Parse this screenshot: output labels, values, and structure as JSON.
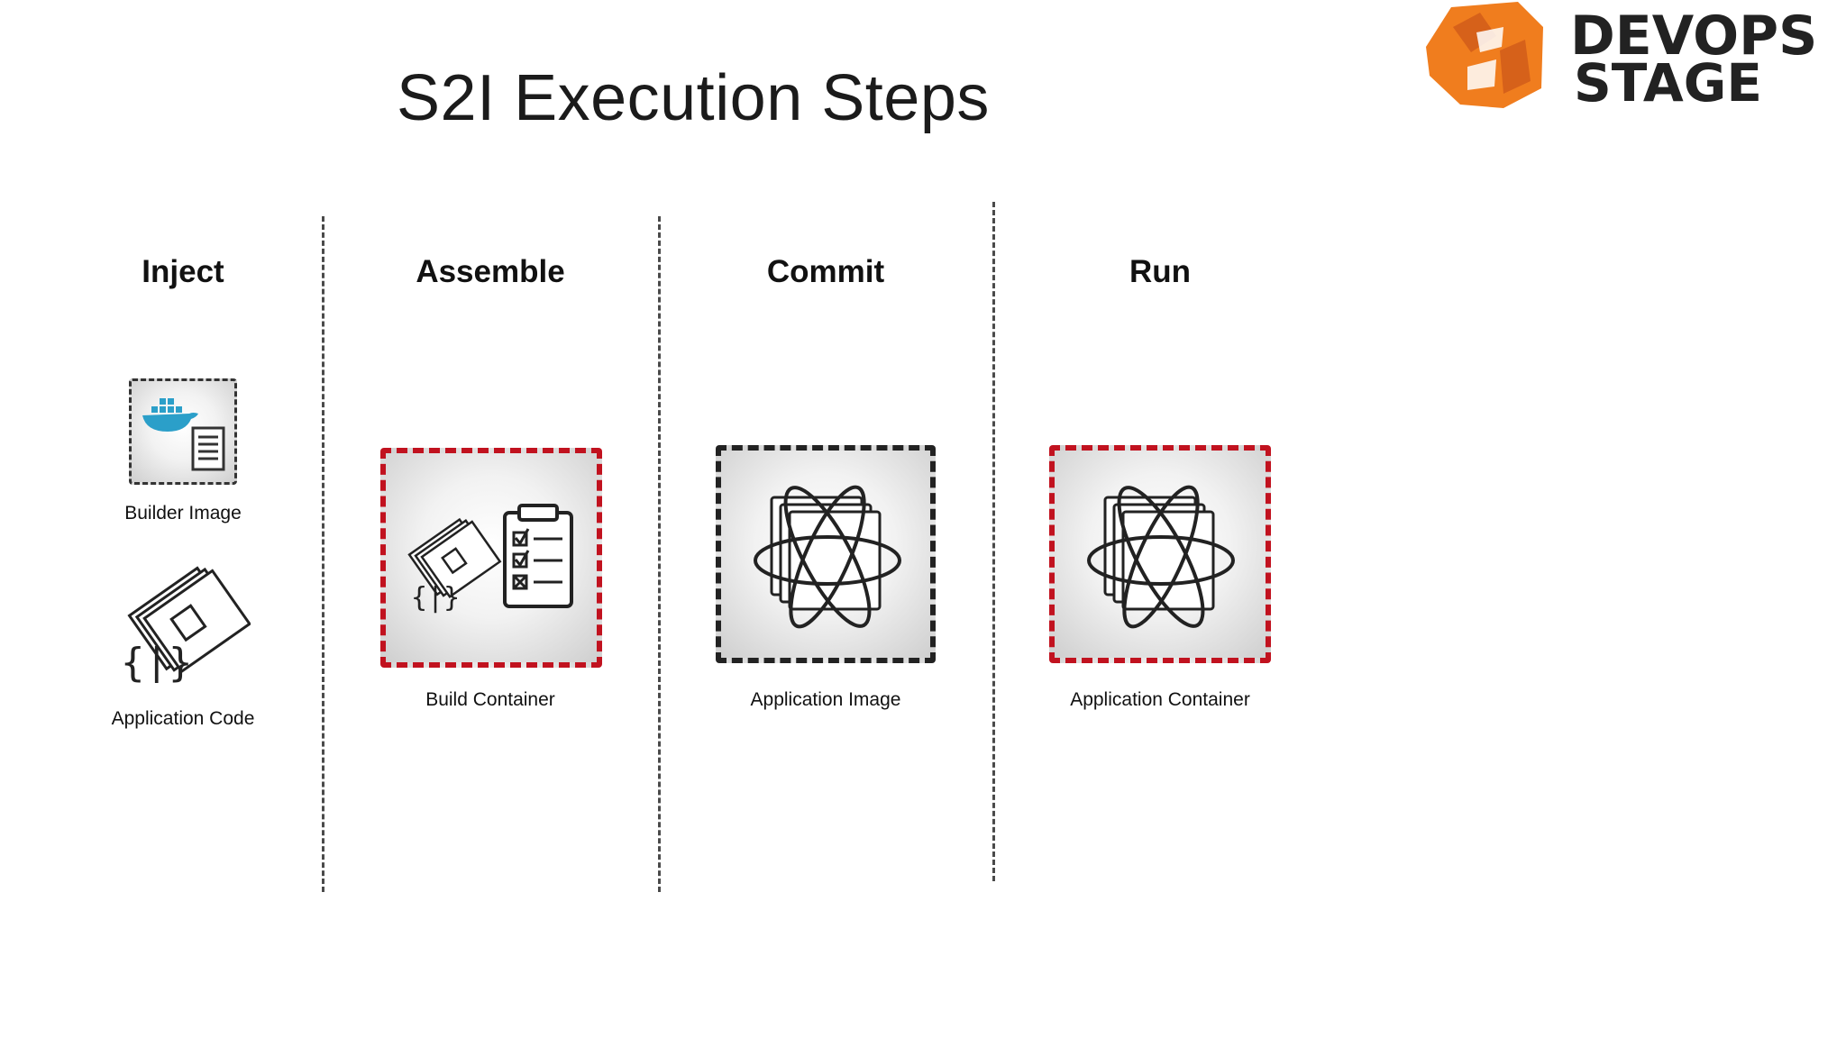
{
  "title": "S2I Execution Steps",
  "logo": {
    "line1": "DEVOPS",
    "line2": "STAGE"
  },
  "columns": [
    {
      "heading": "Inject",
      "captions": [
        "Builder Image",
        "Application Code"
      ]
    },
    {
      "heading": "Assemble",
      "captions": [
        "Build Container"
      ]
    },
    {
      "heading": "Commit",
      "captions": [
        "Application Image"
      ]
    },
    {
      "heading": "Run",
      "captions": [
        "Application Container"
      ]
    }
  ],
  "colors": {
    "red_dash": "#c1121f",
    "dark_dash": "#222222",
    "logo_orange": "#f07d1e",
    "docker_blue": "#2b9fc9"
  },
  "icons": [
    "docker-whale-icon",
    "document-list-icon",
    "code-stack-icon",
    "checklist-clipboard-icon",
    "orbit-windows-icon"
  ]
}
